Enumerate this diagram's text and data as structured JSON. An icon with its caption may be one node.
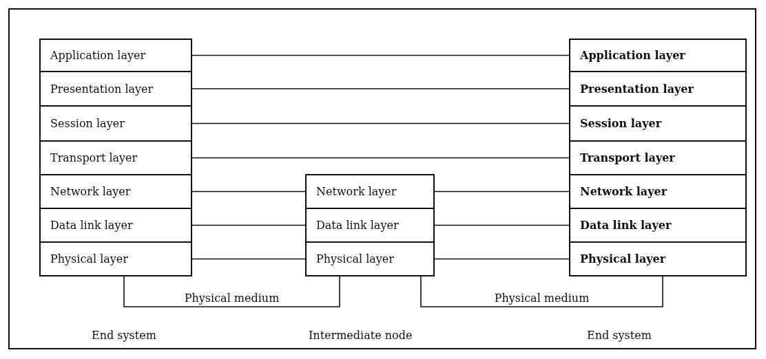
{
  "diagram": {
    "nodes": [
      {
        "text": [
          "Application layer"
        ]
      },
      {
        "text": [
          "Presentation layer"
        ]
      },
      {
        "text": [
          "Session layer"
        ]
      },
      {
        "text": [
          "Transport layer"
        ]
      },
      {
        "text": [
          "Network layer"
        ]
      },
      {
        "text": [
          "Data link layer"
        ]
      },
      {
        "text": [
          "Physical layer"
        ]
      },
      {
        "text": [
          "Network layer"
        ]
      },
      {
        "text": [
          "Data link layer"
        ]
      },
      {
        "text": [
          "Physical layer"
        ]
      },
      {
        "text": [
          "Application layer"
        ]
      },
      {
        "text": [
          "Presentation layer"
        ]
      },
      {
        "text": [
          "Session layer"
        ]
      },
      {
        "text": [
          "Transport layer"
        ]
      },
      {
        "text": [
          "Network layer"
        ]
      },
      {
        "text": [
          "Data link layer"
        ]
      },
      {
        "text": [
          "Physical layer"
        ]
      }
    ],
    "edges": [
      {
        "from": 0,
        "to": 10,
        "arrow": "none"
      },
      {
        "from": 1,
        "to": 11,
        "arrow": "none"
      },
      {
        "from": 2,
        "to": 12,
        "arrow": "none"
      },
      {
        "from": 3,
        "to": 13,
        "arrow": "none"
      },
      {
        "from": 4,
        "to": 7,
        "arrow": "none"
      },
      {
        "from": 7,
        "to": 14,
        "arrow": "none"
      },
      {
        "from": 5,
        "to": 8,
        "arrow": "none"
      },
      {
        "from": 8,
        "to": 15,
        "arrow": "none"
      },
      {
        "from": 6,
        "to": 9,
        "arrow": "none"
      },
      {
        "from": 9,
        "to": 16,
        "arrow": "none"
      },
      {
        "from": 6,
        "to": 9,
        "label": "Physical medium",
        "arrow": "none"
      },
      {
        "from": 9,
        "to": 16,
        "label": "Physical medium",
        "arrow": "none"
      }
    ],
    "labels": [
      "End system",
      "Intermediate node",
      "End system"
    ]
  }
}
